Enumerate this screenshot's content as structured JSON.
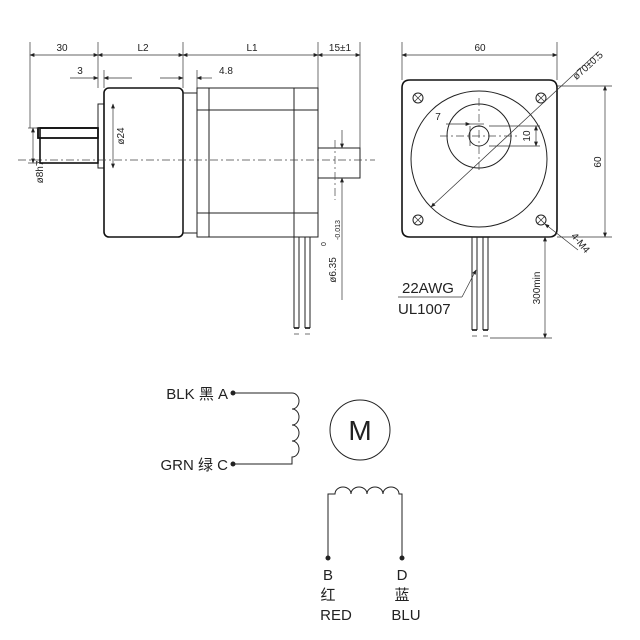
{
  "side_view": {
    "dim_30": "30",
    "dim_l2": "L2",
    "dim_l1": "L1",
    "dim_15": "15±1",
    "dim_3": "3",
    "dim_48": "4.8",
    "dim_d24": "ø24",
    "dim_d8": "ø8h7",
    "dim_shaft_main": "ø6.35",
    "dim_shaft_tol_top": "0",
    "dim_shaft_tol_bottom": "-0.013"
  },
  "front_view": {
    "dim_60_top": "60",
    "dim_60_right": "60",
    "dim_d70": "ø70±0.5",
    "dim_7": "7",
    "dim_10": "10",
    "dim_holes": "4-M4",
    "dim_300": "300min",
    "wire_gauge": "22AWG",
    "wire_type": "UL1007"
  },
  "wiring": {
    "motor_symbol": "M",
    "coil1_top_label": "BLK 黑  A",
    "coil1_bottom_label": "GRN 绿  C",
    "coil2_left_letter": "B",
    "coil2_left_cn": "红",
    "coil2_left_en": "RED",
    "coil2_right_letter": "D",
    "coil2_right_cn": "蓝",
    "coil2_right_en": "BLU"
  }
}
